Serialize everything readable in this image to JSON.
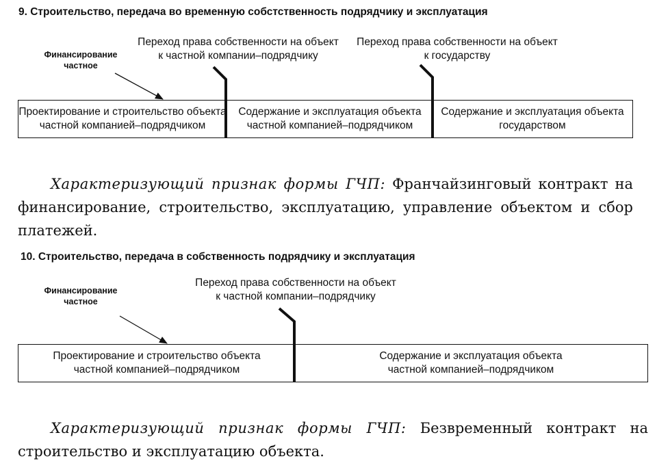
{
  "scheme_9": {
    "heading": "9. Строительство, передача во временную собстственность подрядчику и эксплуатация",
    "financing": [
      "Финансирование",
      "частное"
    ],
    "transfer_1": [
      "Переход права собственности на объект",
      "к частной компании–подрядчику"
    ],
    "transfer_2": [
      "Переход права собственности на объект",
      "к государству"
    ],
    "segments": [
      {
        "lines": [
          "Проектирование и строительство объекта",
          "частной компанией–подрядчиком"
        ]
      },
      {
        "lines": [
          "Содержание и эксплуатация объекта",
          "частной компанией–подрядчиком"
        ]
      },
      {
        "lines": [
          "Содержание и эксплуатация объекта",
          "государством"
        ]
      }
    ],
    "description_lead": "Характеризующий признак формы ГЧП:",
    "description_text": "Франчайзинговый контракт на финансирование, строительство, эксплуатацию, управление объектом и сбор платежей."
  },
  "scheme_10": {
    "heading": "10. Строительство, передача в собственность подрядчику и эксплуатация",
    "financing": [
      "Финансирование",
      "частное"
    ],
    "transfer_1": [
      "Переход права собственности на объект",
      "к частной компании–подрядчику"
    ],
    "segments": [
      {
        "lines": [
          "Проектирование и строительство объекта",
          "частной компанией–подрядчиком"
        ]
      },
      {
        "lines": [
          "Содержание и эксплуатация объекта",
          "частной компанией–подрядчиком"
        ]
      }
    ],
    "description_lead": "Характеризующий признак формы ГЧП:",
    "description_text": "Безвременный контракт на строительство и эксплуатацию объекта."
  }
}
